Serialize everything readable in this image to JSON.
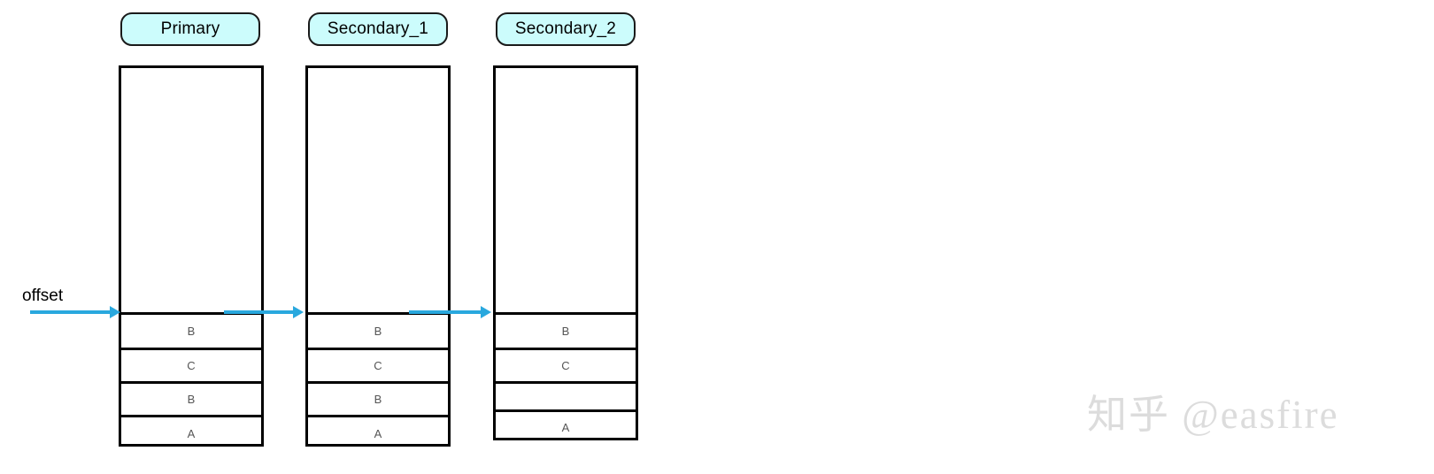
{
  "diagram": {
    "title_semantic": "replication-offset-diagram",
    "colors": {
      "pill_fill": "#ccfcfc",
      "pill_border": "#1a1a1a",
      "column_border": "#000000",
      "arrow": "#29a8de",
      "cell_text": "#555555",
      "watermark": "#dcdcdc",
      "background": "#ffffff"
    },
    "offset_marker": {
      "label": "offset"
    },
    "columns": [
      {
        "id": "primary",
        "header": "Primary",
        "cells": [
          "B",
          "C",
          "B",
          "A"
        ]
      },
      {
        "id": "secondary-1",
        "header": "Secondary_1",
        "cells": [
          "B",
          "C",
          "B",
          "A"
        ]
      },
      {
        "id": "secondary-2",
        "header": "Secondary_2",
        "cells": [
          "B",
          "C",
          "",
          "A"
        ]
      }
    ],
    "arrows": [
      {
        "id": "offset-to-primary"
      },
      {
        "id": "primary-to-secondary-1"
      },
      {
        "id": "secondary-1-to-secondary-2"
      }
    ]
  },
  "watermark": {
    "text": "知乎 @easfire"
  }
}
